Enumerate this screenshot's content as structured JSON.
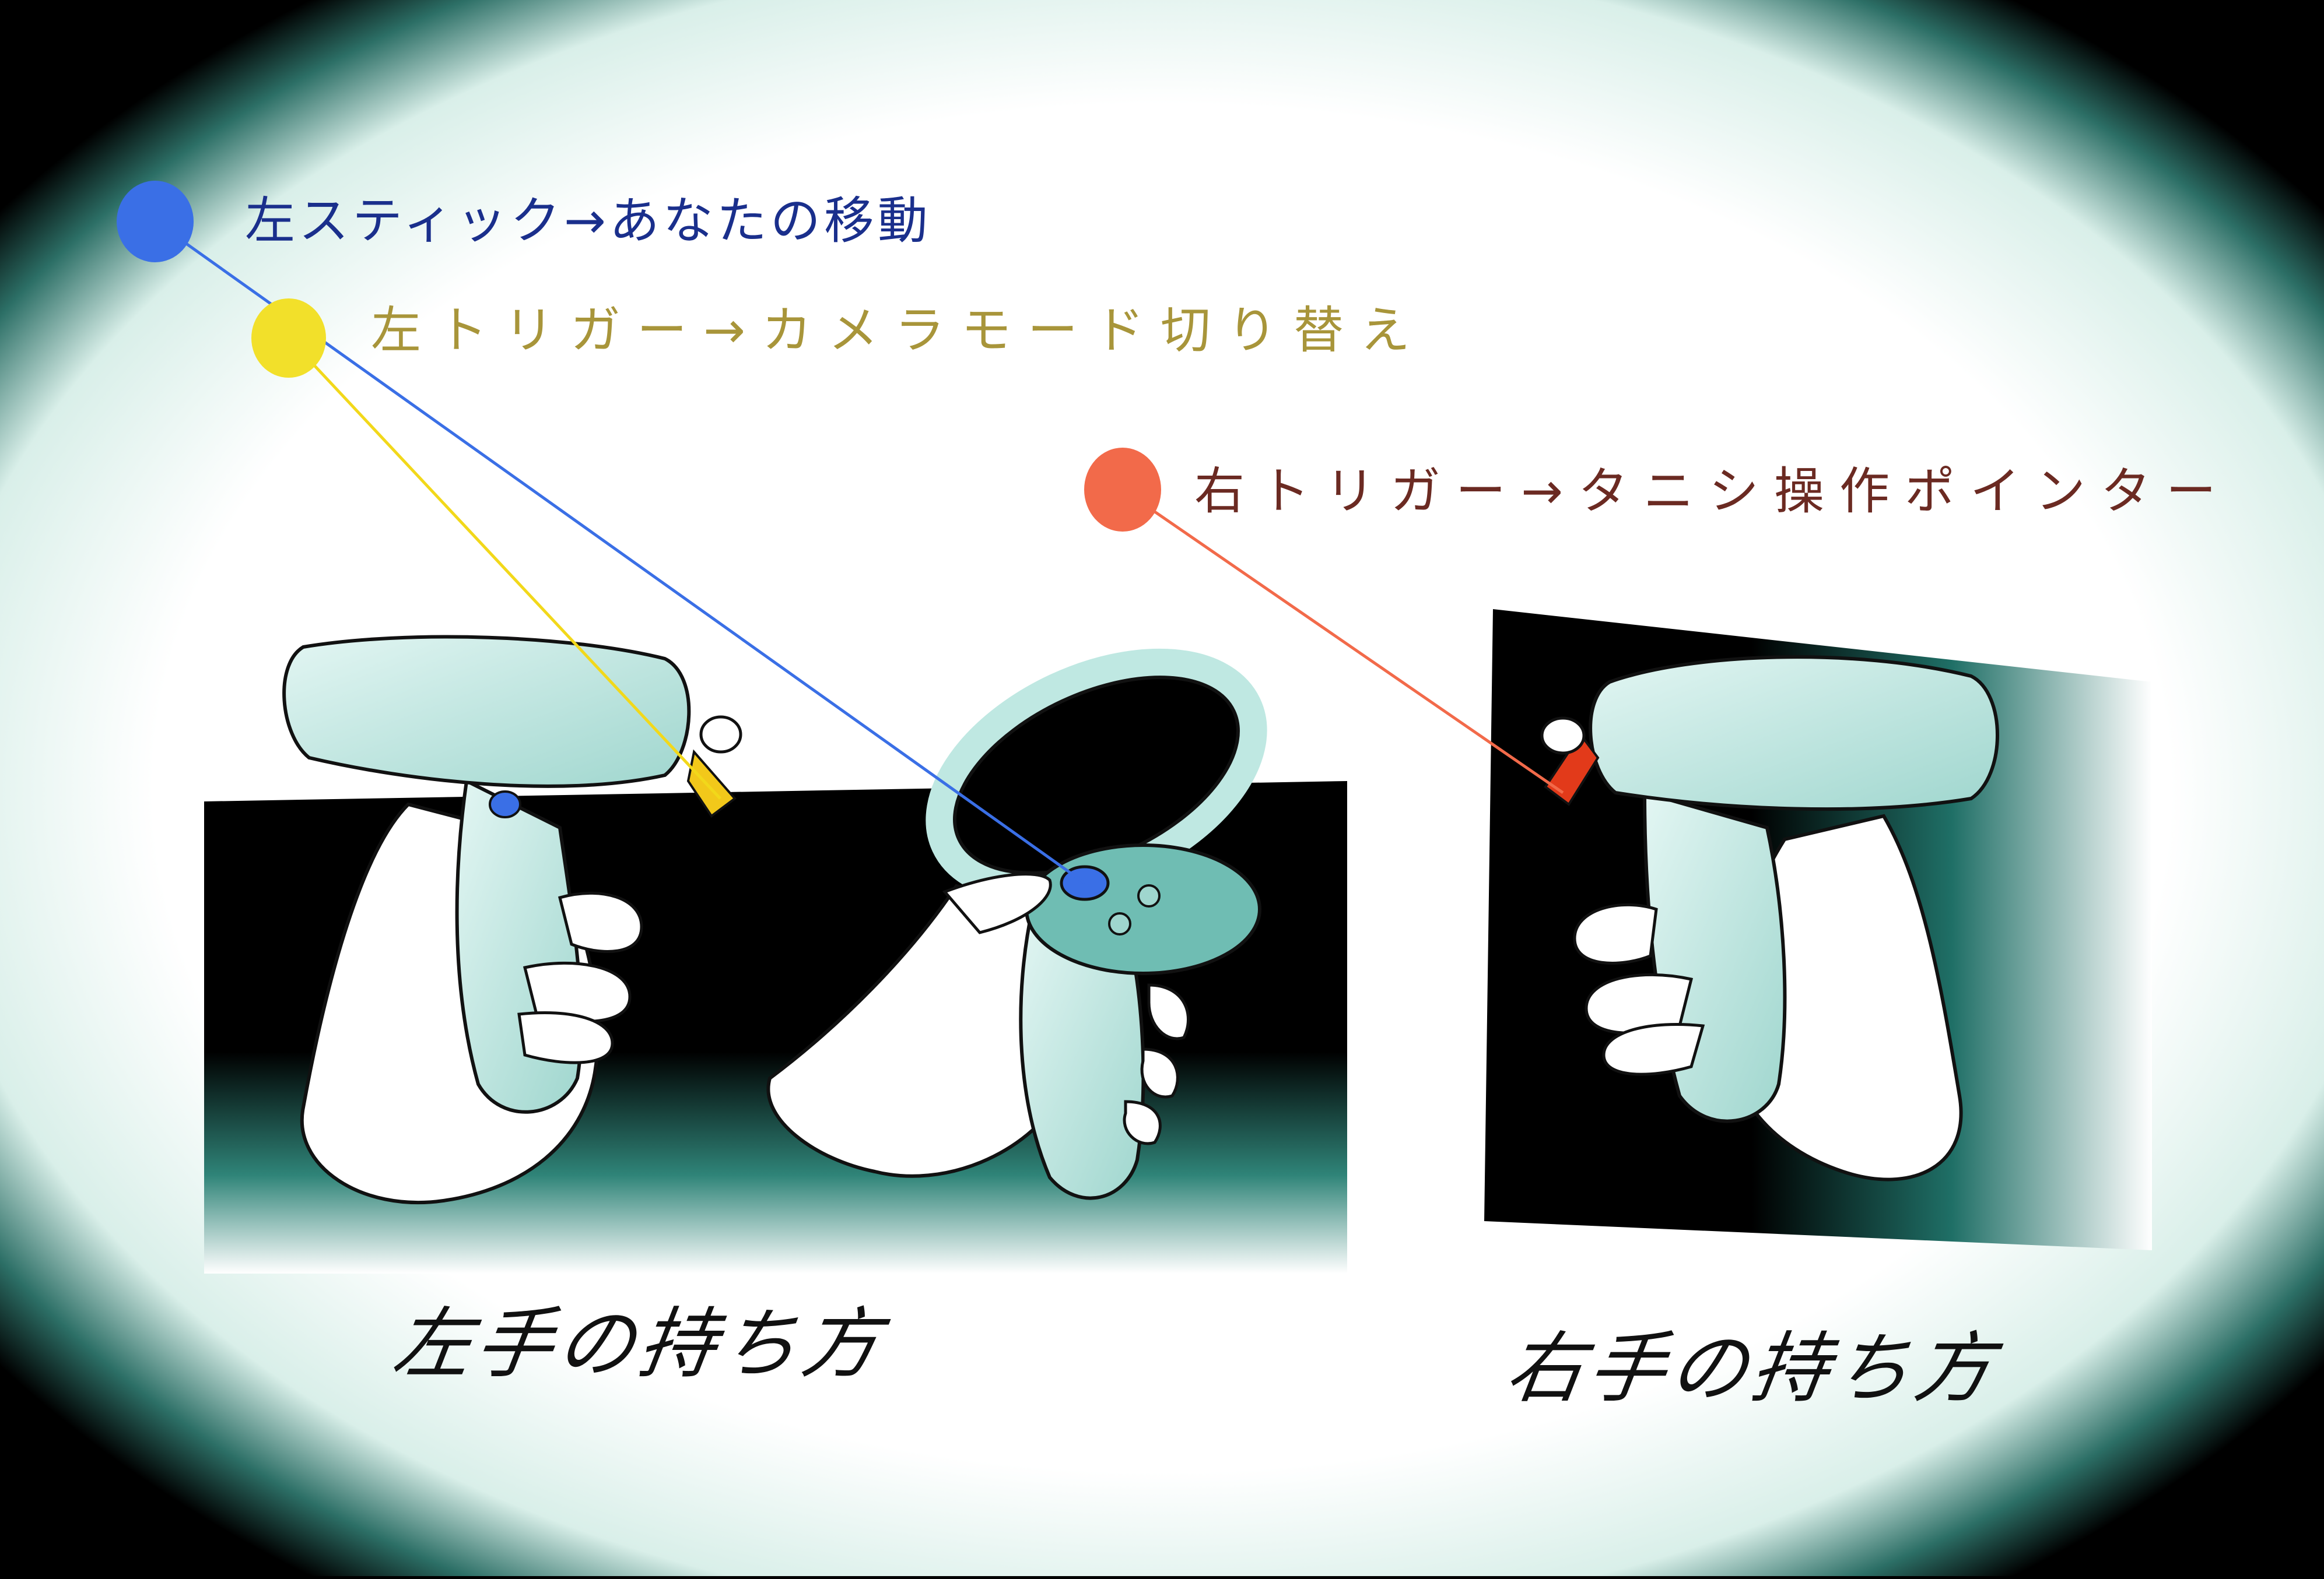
{
  "annotations": {
    "left_stick": {
      "text": "左スティック→あなたの移動",
      "color": "#1a2f8c",
      "dot_color": "#3a6fe6"
    },
    "left_trigger": {
      "text": "左トリガー→カメラモード切り替え",
      "color": "#a8953a",
      "dot_color": "#f2e02a"
    },
    "right_trigger": {
      "text": "右トリガー→タニシ操作ポインター",
      "color": "#6b2a22",
      "dot_color": "#f26a4a"
    }
  },
  "captions": {
    "left": "左手の持ち方",
    "right": "右手の持ち方"
  },
  "colors": {
    "vignette": "#0a3a33",
    "controller": "#bfe8e2",
    "controller_dark": "#4aa39a",
    "panel": "#000000",
    "paper": "#ffffff"
  }
}
